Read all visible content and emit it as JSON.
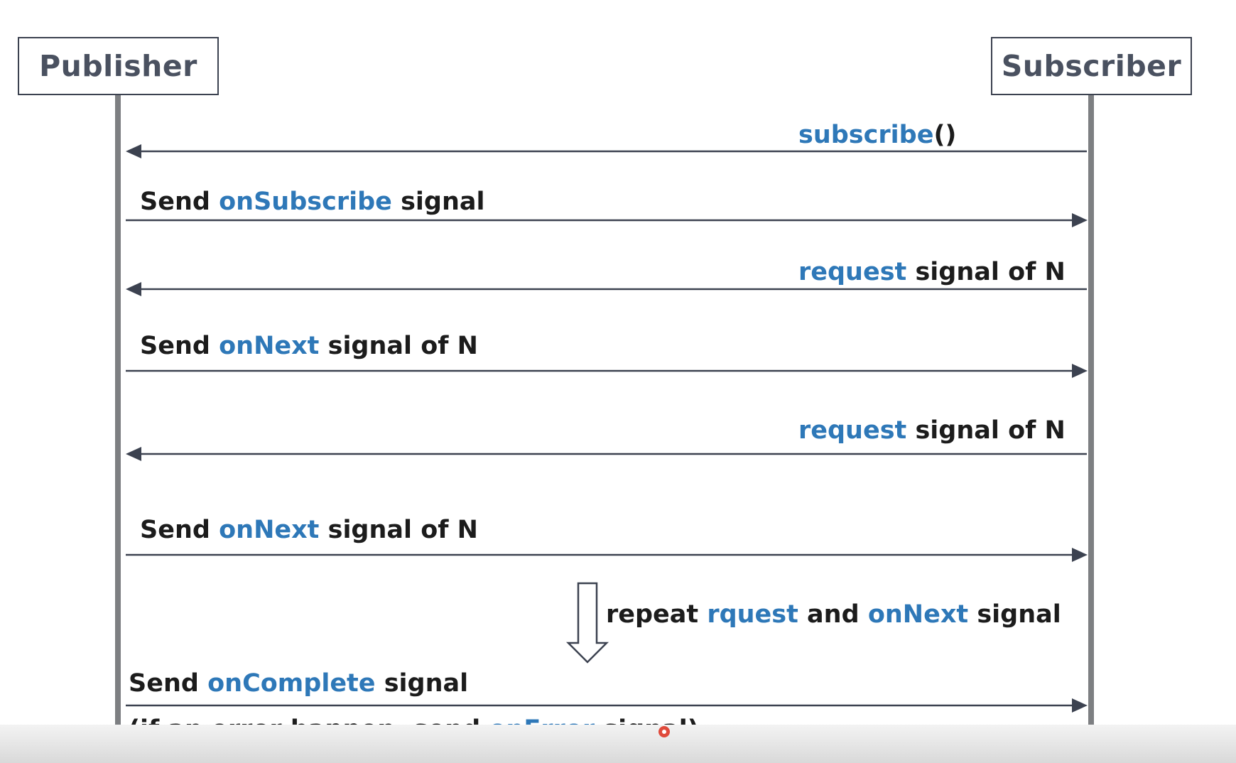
{
  "actors": {
    "publisher": "Publisher",
    "subscriber": "Subscriber"
  },
  "messages": [
    {
      "parts": [
        {
          "text": "subscribe",
          "kw": true
        },
        {
          "text": "()",
          "kw": false
        }
      ]
    },
    {
      "parts": [
        {
          "text": "Send ",
          "kw": false
        },
        {
          "text": "onSubscribe",
          "kw": true
        },
        {
          "text": " signal",
          "kw": false
        }
      ]
    },
    {
      "parts": [
        {
          "text": "request",
          "kw": true
        },
        {
          "text": " signal of N",
          "kw": false
        }
      ]
    },
    {
      "parts": [
        {
          "text": "Send ",
          "kw": false
        },
        {
          "text": "onNext",
          "kw": true
        },
        {
          "text": " signal of N",
          "kw": false
        }
      ]
    },
    {
      "parts": [
        {
          "text": "request",
          "kw": true
        },
        {
          "text": " signal of N",
          "kw": false
        }
      ]
    },
    {
      "parts": [
        {
          "text": "Send ",
          "kw": false
        },
        {
          "text": "onNext",
          "kw": true
        },
        {
          "text": " signal of N",
          "kw": false
        }
      ]
    },
    {
      "parts": [
        {
          "text": "repeat ",
          "kw": false
        },
        {
          "text": "rquest",
          "kw": true
        },
        {
          "text": " and ",
          "kw": false
        },
        {
          "text": "onNext",
          "kw": true
        },
        {
          "text": " signal",
          "kw": false
        }
      ]
    },
    {
      "parts": [
        {
          "text": "Send ",
          "kw": false
        },
        {
          "text": "onComplete",
          "kw": true
        },
        {
          "text": " signal",
          "kw": false
        }
      ]
    },
    {
      "parts": [
        {
          "text": "(if an error happen, send ",
          "kw": false
        },
        {
          "text": "onError",
          "kw": true
        },
        {
          "text": " signal)",
          "kw": false
        }
      ]
    }
  ],
  "colors": {
    "keyword": "#2e78b8",
    "text": "#1c1c1c",
    "line": "#3c4250",
    "lifeline": "#7d7f82"
  }
}
